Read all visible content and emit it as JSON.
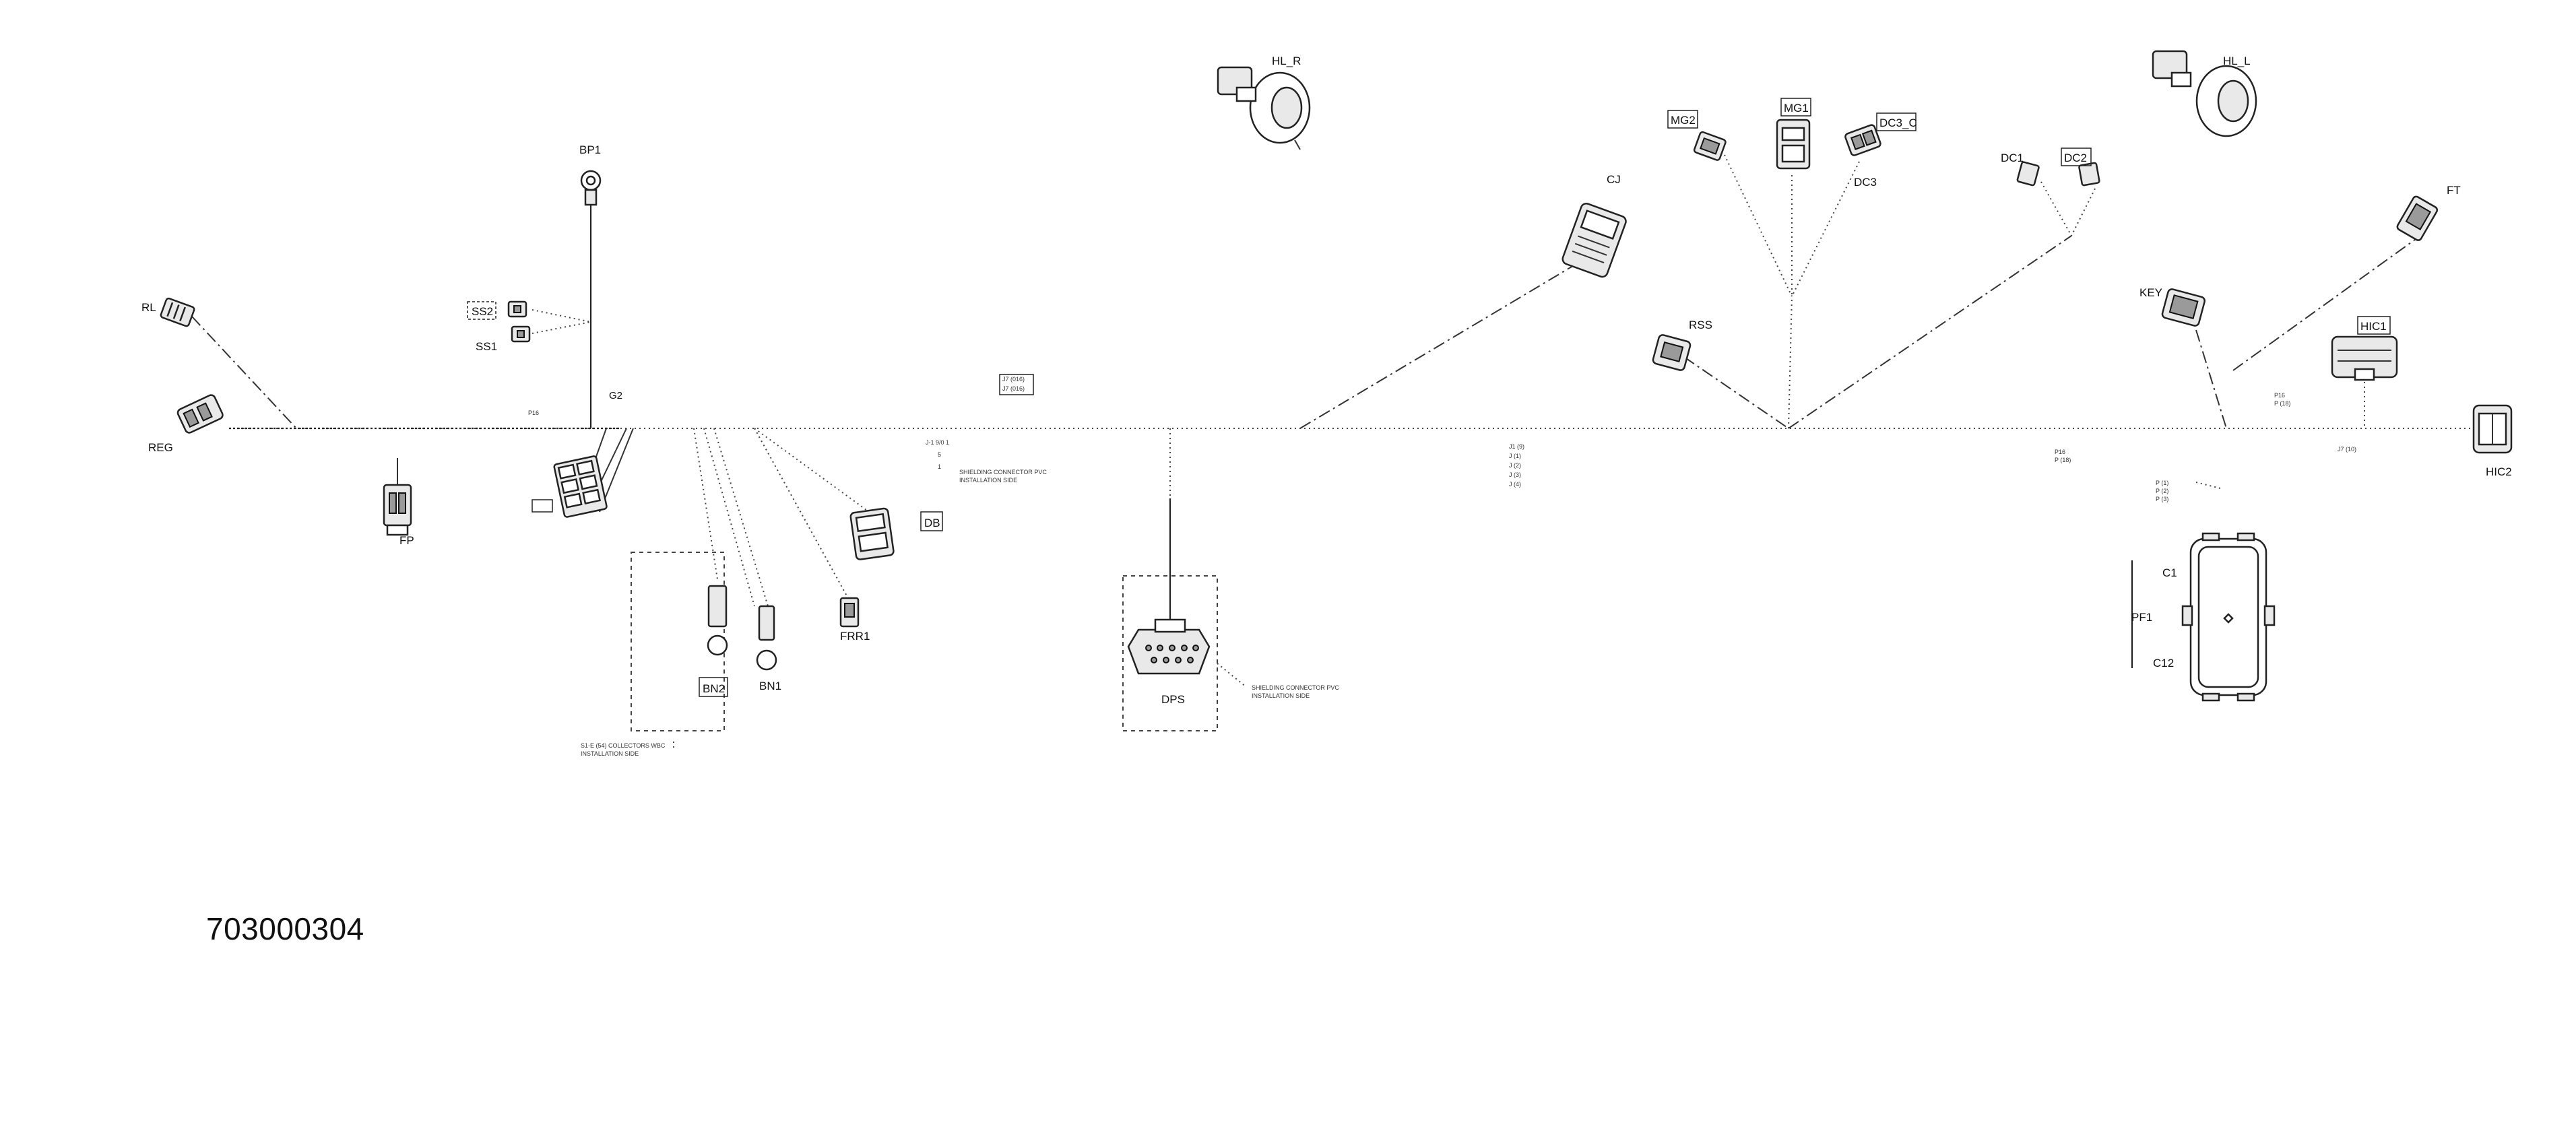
{
  "document": {
    "part_number": "703000304"
  },
  "labels": {
    "rl": "RL",
    "reg": "REG",
    "fp": "FP",
    "bp1": "BP1",
    "ss2": "SS2",
    "ss1": "SS1",
    "g2": "G2",
    "bn2": "BN2",
    "bn1": "BN1",
    "frr1": "FRR1",
    "db": "DB",
    "dps": "DPS",
    "hl_r": "HL_R",
    "cj": "CJ",
    "mg2": "MG2",
    "mg1": "MG1",
    "dc3_c": "DC3_C",
    "dc3": "DC3",
    "rss": "RSS",
    "dc1": "DC1",
    "dc2": "DC2",
    "hl_l": "HL_L",
    "ft": "FT",
    "key": "KEY",
    "hic1": "HIC1",
    "hic2": "HIC2",
    "pf1": "PF1",
    "c1": "C1",
    "c12": "C12"
  }
}
